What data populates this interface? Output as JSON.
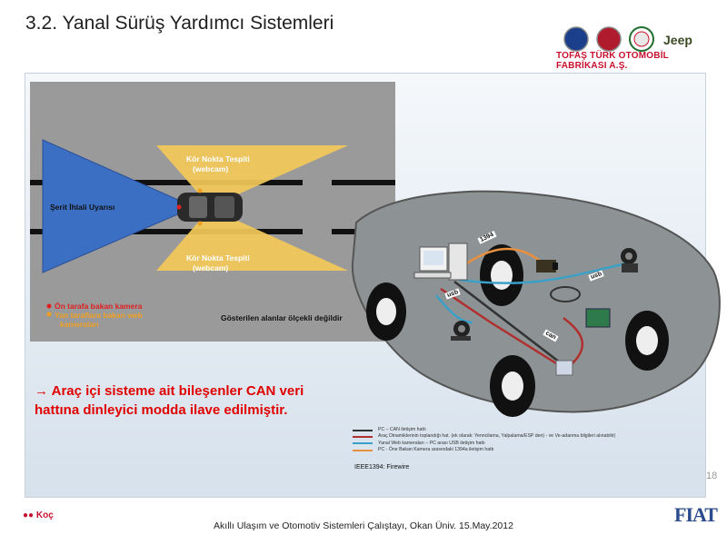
{
  "header": {
    "title": "3.2. Yanal Sürüş Yardımcı Sistemleri",
    "brand_name": "TOFAŞ TÜRK OTOMOBİL FABRİKASI A.Ş.",
    "jeep_label": "Jeep"
  },
  "road_diagram": {
    "lane_warning": "Şerit İhlali Uyarısı",
    "blind_spot_top_1": "Kör Nokta Tespiti",
    "blind_spot_top_2": "(webcam)",
    "blind_spot_bottom_1": "Kör Nokta Tespiti",
    "blind_spot_bottom_2": "(webcam)",
    "legend_front": "Ön tarafa bakan kamera",
    "legend_side_1": "Yan taraflara bakan web",
    "legend_side_2": "kameraları",
    "scale_note": "Gösterilen alanlar ölçekli değildir",
    "colors": {
      "front": "#e02020",
      "side": "#f0a020",
      "cone": "#3a6fc4",
      "blind": "#f3c95a"
    }
  },
  "car_diagram": {
    "label_1394": "1394",
    "label_usb_left": "usb",
    "label_usb_right": "usb",
    "label_can": "can"
  },
  "can_statement": "→ Araç içi sisteme ait bileşenler CAN veri hattına dinleyici modda ilave edilmiştir.",
  "legend": [
    {
      "text": "PC – CAN iletişim hattı",
      "color": "#333333"
    },
    {
      "text": "Araç Dinamiklerinin toplandığı hat. (ek olarak: Yenncilama, Yalpalama/ESP den) - ve Ve-adanma bilgileri alınabilir)",
      "color": "#b03030"
    },
    {
      "text": "Yanal Web kameraları – PC arası USB iletişim hattı",
      "color": "#3aa0c8"
    },
    {
      "text": "PC - Öne Bakan Kamera arasındaki 1394a iletişim hattı",
      "color": "#e89040"
    }
  ],
  "ieee_note": "IEEE1394: Firewire",
  "page_number": "18",
  "footer": "Akıllı Ulaşım ve Otomotiv Sistemleri Çalıştayı, Okan Üniv. 15.May.2012",
  "koc_label": "Koç",
  "fiat_label": "FIAT"
}
